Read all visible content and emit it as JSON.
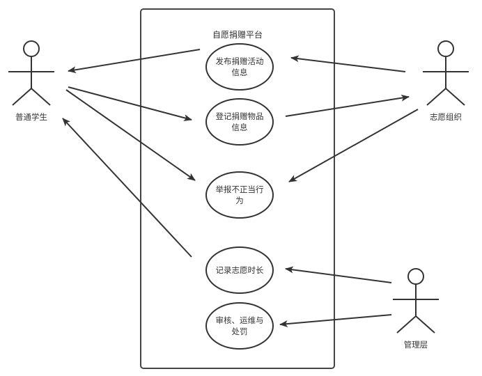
{
  "diagram": {
    "type": "use-case",
    "system": {
      "title": "自愿捐赠平台"
    },
    "actors": [
      {
        "id": "student",
        "label": "普通学生"
      },
      {
        "id": "org",
        "label": "志愿组织"
      },
      {
        "id": "admin",
        "label": "管理层"
      }
    ],
    "use_cases": [
      {
        "id": "publish",
        "lines": [
          "发布捐赠活动",
          "信息"
        ]
      },
      {
        "id": "register",
        "lines": [
          "登记捐赠物品",
          "信息"
        ]
      },
      {
        "id": "report",
        "lines": [
          "举报不正当行",
          "为"
        ]
      },
      {
        "id": "record",
        "lines": [
          "记录志愿时长"
        ]
      },
      {
        "id": "review",
        "lines": [
          "审核、运维与",
          "处罚"
        ]
      }
    ],
    "associations": [
      {
        "from": "publish",
        "to": "student"
      },
      {
        "from": "student",
        "to": "register"
      },
      {
        "from": "student",
        "to": "report"
      },
      {
        "from": "record",
        "to": "student"
      },
      {
        "from": "org",
        "to": "publish"
      },
      {
        "from": "register",
        "to": "org"
      },
      {
        "from": "org",
        "to": "report"
      },
      {
        "from": "admin",
        "to": "record"
      },
      {
        "from": "admin",
        "to": "review"
      }
    ],
    "colors": {
      "stroke": "#333333",
      "text": "#333333",
      "background": "#ffffff"
    }
  }
}
